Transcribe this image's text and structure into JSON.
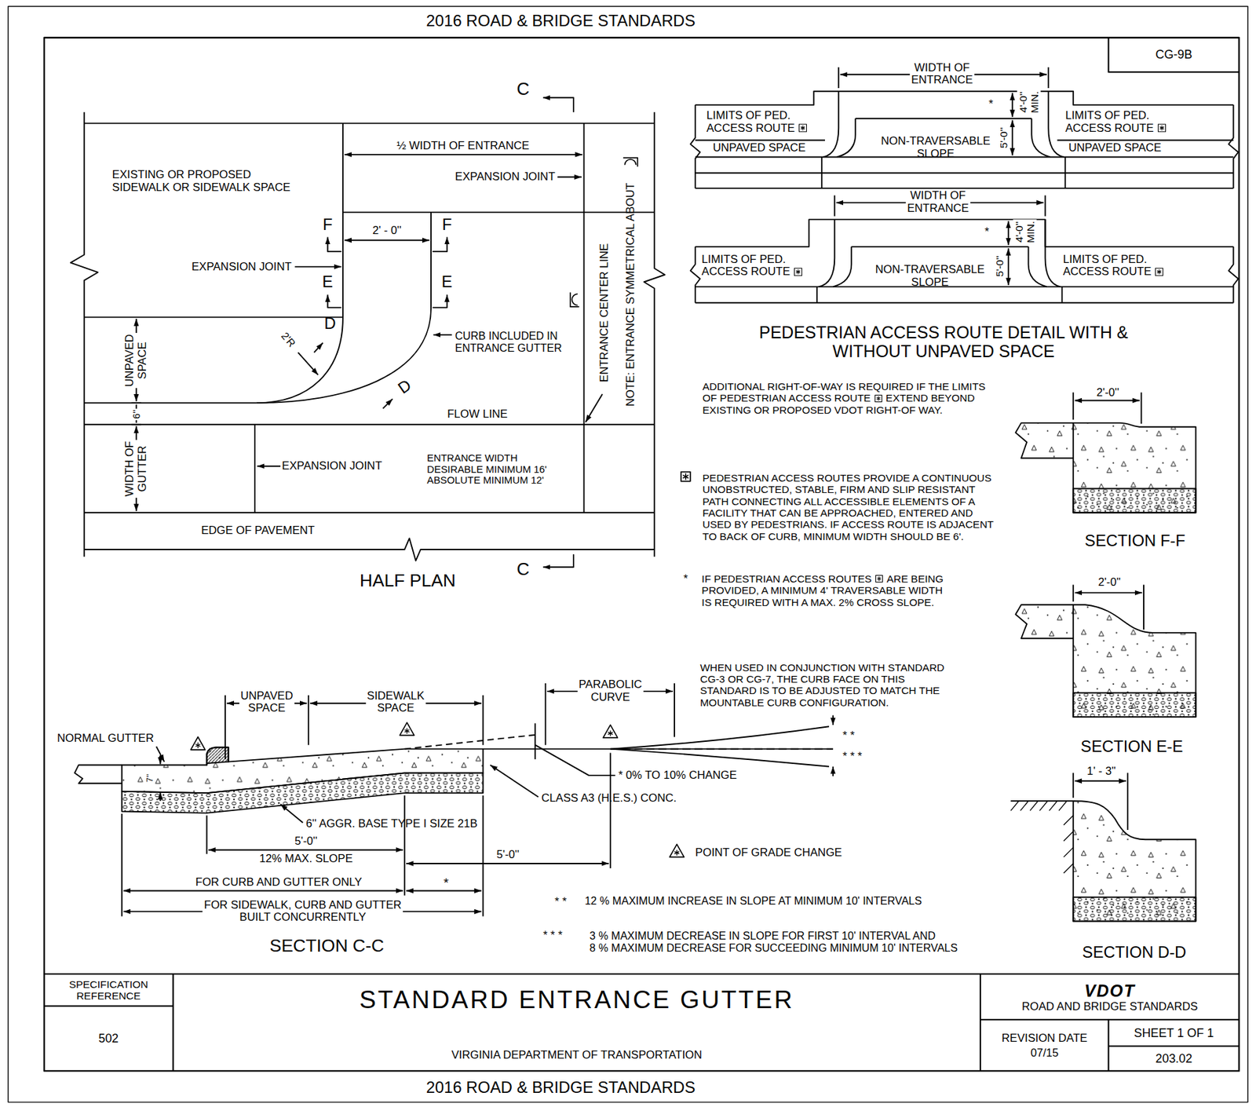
{
  "diagram": {
    "title": "STANDARD ENTRANCE GUTTER",
    "nodes": [
      {
        "text": [
          "SPECIFICATION REFERENCE"
        ]
      },
      {
        "text": [
          "502"
        ]
      },
      {
        "text": [
          "VDOT",
          "ROAD AND BRIDGE STANDARDS"
        ]
      },
      {
        "text": [
          "REVISION DATE",
          "07/15"
        ]
      },
      {
        "text": [
          "SHEET 1 OF 1"
        ]
      },
      {
        "text": [
          "203.02"
        ]
      },
      {
        "text": [
          "CG-9B"
        ]
      }
    ],
    "labels": [
      "2016 ROAD & BRIDGE STANDARDS",
      "2016 ROAD & BRIDGE STANDARDS",
      "C",
      "C",
      "½ WIDTH OF ENTRANCE",
      "EXPANSION JOINT",
      "EXISTING OR PROPOSED SIDEWALK OR SIDEWALK SPACE",
      "F",
      "F",
      "E",
      "E",
      "D",
      "D",
      "2' - 0''",
      "EXPANSION JOINT",
      "2'R",
      "CURB INCLUDED IN ENTRANCE GUTTER",
      "ENTRANCE CENTER LINE",
      "NOTE: ENTRANCE SYMMETRICAL ABOUT",
      "UNPAVED SPACE",
      "6''",
      "WIDTH OF GUTTER",
      "FLOW LINE",
      "EXPANSION JOINT",
      "ENTRANCE WIDTH DESIRABLE MINIMUM 16' ABSOLUTE MINIMUM 12'",
      "EDGE OF PAVEMENT",
      "HALF PLAN",
      "WIDTH OF ENTRANCE",
      "LIMITS OF PED. ACCESS ROUTE",
      "UNPAVED SPACE",
      "NON-TRAVERSABLE SLOPE",
      "*",
      "4'-0'' MIN.",
      "5'-0''",
      "LIMITS OF PED. ACCESS ROUTE",
      "UNPAVED SPACE",
      "WIDTH OF ENTRANCE",
      "*",
      "4'-0'' MIN.",
      "5'-0''",
      "LIMITS OF PED. ACCESS ROUTE",
      "NON-TRAVERSABLE SLOPE",
      "LIMITS OF PED. ACCESS ROUTE",
      "PEDESTRIAN ACCESS ROUTE DETAIL WITH & WITHOUT UNPAVED SPACE",
      "ADDITIONAL RIGHT-OF-WAY IS REQUIRED IF THE LIMITS OF PEDESTRIAN ACCESS ROUTE EXTEND BEYOND EXISTING OR PROPOSED VDOT RIGHT-OF WAY.",
      "PEDESTRIAN ACCESS ROUTES PROVIDE A CONTINUOUS UNOBSTRUCTED, STABLE, FIRM AND SLIP RESISTANT PATH CONNECTING ALL ACCESSIBLE ELEMENTS OF A FACILITY THAT CAN BE APPROACHED, ENTERED AND USED BY PEDESTRIANS. IF ACCESS ROUTE IS ADJACENT TO BACK OF CURB, MINIMUM WIDTH SHOULD BE 6'.",
      "*",
      "IF PEDESTRIAN ACCESS ROUTES ARE BEING PROVIDED, A MINIMUM 4' TRAVERSABLE WIDTH IS REQUIRED WITH A MAX. 2% CROSS SLOPE.",
      "WHEN USED IN CONJUNCTION WITH STANDARD CG-3 OR CG-7, THE CURB FACE ON THIS STANDARD IS TO BE ADJUSTED TO MATCH THE MOUNTABLE CURB CONFIGURATION.",
      "2'-0''",
      "SECTION F-F",
      "2'-0''",
      "SECTION E-E",
      "1' - 3''",
      "SECTION D-D",
      "NORMAL GUTTER",
      "UNPAVED SPACE",
      "SIDEWALK SPACE",
      "7''",
      "PARABOLIC CURVE",
      "* *",
      "* * *",
      "* 0% TO 10% CHANGE",
      "CLASS A3 (H.E.S.) CONC.",
      "6'' AGGR. BASE TYPE I SIZE 21B",
      "5'-0''",
      "12% MAX. SLOPE",
      "5'-0''",
      "FOR CURB AND GUTTER ONLY",
      "*",
      "FOR SIDEWALK, CURB AND GUTTER BUILT CONCURRENTLY",
      "SECTION C-C",
      "* *",
      "12 % MAXIMUM INCREASE IN SLOPE AT MINIMUM 10' INTERVALS",
      "* * *",
      "3 % MAXIMUM DECREASE IN SLOPE FOR FIRST 10' INTERVAL AND 8 % MAXIMUM DECREASE FOR SUCCEEDING MINIMUM 10' INTERVALS",
      "VIRGINIA DEPARTMENT OF TRANSPORTATION"
    ],
    "legend": [
      {
        "text": "POINT OF GRADE CHANGE"
      }
    ]
  }
}
